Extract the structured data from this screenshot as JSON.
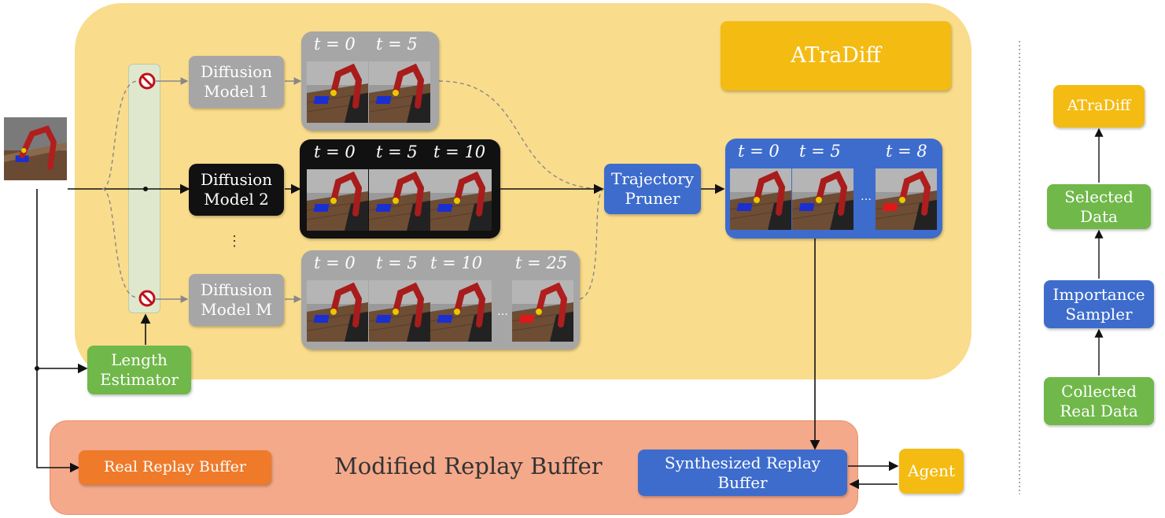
{
  "main": {
    "title": "ATraDiff",
    "length_estimator": "Length Estimator",
    "diffusion_models": [
      {
        "id": "m1",
        "label": "Diffusion Model 1",
        "frames": [
          "t = 0",
          "t = 5"
        ],
        "selected": false
      },
      {
        "id": "m2",
        "label": "Diffusion Model 2",
        "frames": [
          "t = 0",
          "t = 5",
          "t = 10"
        ],
        "selected": true
      },
      {
        "id": "mM",
        "label": "Diffusion Model M",
        "frames": [
          "t = 0",
          "t = 5",
          "t = 10",
          "t = 25"
        ],
        "selected": false
      }
    ],
    "trajectory_pruner": "Trajectory Pruner",
    "pruned_frames": [
      "t = 0",
      "t = 5",
      "t = 8"
    ],
    "ellipsis": "…",
    "vertical_ellipsis": "⋮"
  },
  "replay": {
    "title": "Modified Replay Buffer",
    "real": "Real Replay Buffer",
    "synthesized": "Synthesized Replay Buffer",
    "agent": "Agent"
  },
  "side": {
    "items": [
      "ATraDiff",
      "Selected Data",
      "Importance Sampler",
      "Collected Real Data"
    ]
  },
  "colors": {
    "yellow_panel": "#f9dc8c",
    "salmon_panel": "#f4a98a",
    "grey": "#a6a6a6",
    "blue": "#3d6ccc",
    "green": "#70b84a",
    "orange": "#ee7a2a",
    "gold": "#f4bb12",
    "selector": "#dfe8cc"
  },
  "icons": [
    "blocked-icon",
    "robot-arm-frame"
  ]
}
